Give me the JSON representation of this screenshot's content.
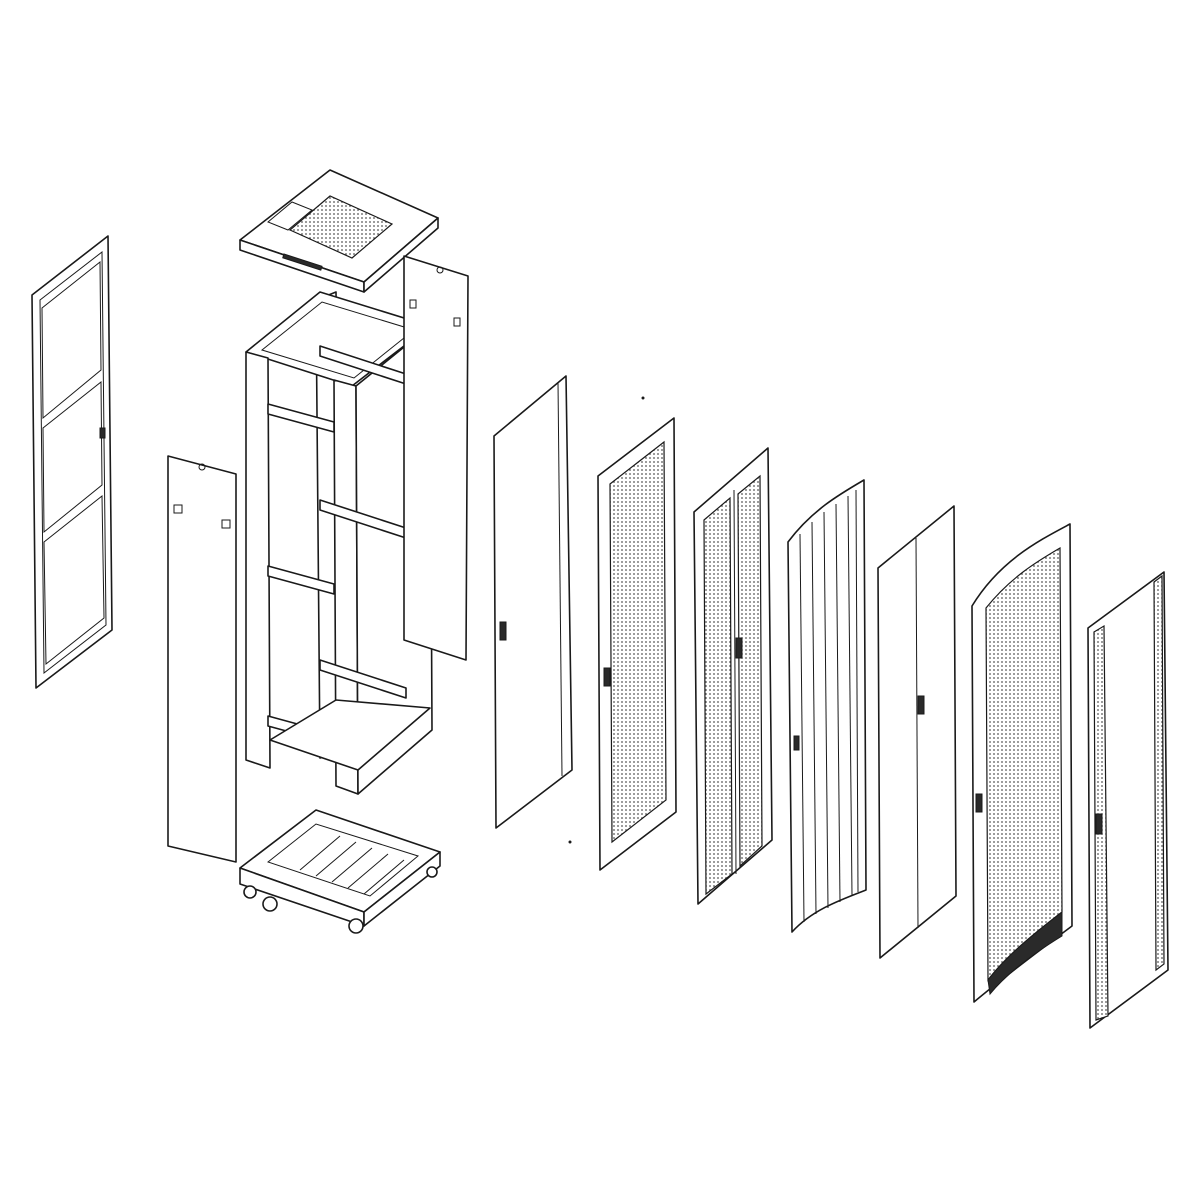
{
  "parts": [
    {
      "id": "glass-door-three-pane",
      "kind": "glass door"
    },
    {
      "id": "side-panel-left",
      "kind": "side panel"
    },
    {
      "id": "top-cover",
      "kind": "top cover with fan cutout"
    },
    {
      "id": "frame",
      "kind": "rack frame"
    },
    {
      "id": "side-panel-right",
      "kind": "side panel"
    },
    {
      "id": "base-with-casters",
      "kind": "base with casters"
    },
    {
      "id": "solid-door",
      "kind": "solid door"
    },
    {
      "id": "perforated-door-single",
      "kind": "perforated door"
    },
    {
      "id": "perforated-door-double",
      "kind": "double perforated door"
    },
    {
      "id": "curved-ribbed-door",
      "kind": "curved door"
    },
    {
      "id": "solid-door-double",
      "kind": "double solid door"
    },
    {
      "id": "curved-mesh-door",
      "kind": "curved mesh door"
    },
    {
      "id": "vented-door",
      "kind": "vented door"
    }
  ],
  "colors": {
    "line": "#1a1a1a",
    "background": "#ffffff"
  }
}
